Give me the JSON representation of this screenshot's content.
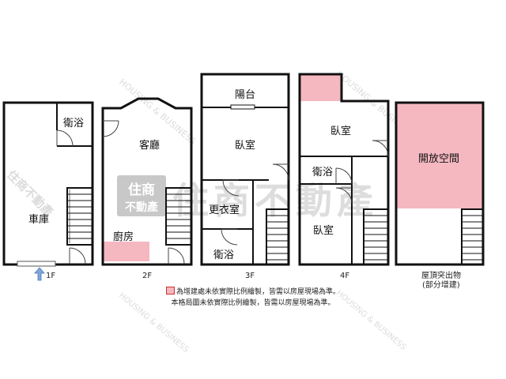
{
  "colors": {
    "wall": "#111111",
    "addition_fill": "#f5b8c0",
    "watermark": "#b5b5b5",
    "arrow": "#7fa7d9"
  },
  "floors": {
    "f1": {
      "label": "1F",
      "rooms": {
        "garage": "車庫",
        "bathroom": "衛浴"
      }
    },
    "f2": {
      "label": "2F",
      "rooms": {
        "living": "客廳",
        "kitchen": "廚房"
      }
    },
    "f3": {
      "label": "3F",
      "rooms": {
        "balcony": "陽台",
        "bedroom": "臥室",
        "dressing": "更衣室",
        "bathroom": "衛浴"
      }
    },
    "f4": {
      "label": "4F",
      "rooms": {
        "bedroom_top": "臥室",
        "bathroom": "衛浴",
        "bedroom_bottom": "臥室"
      }
    },
    "roof": {
      "label_line1": "屋頂突出物",
      "label_line2": "(部分增建)",
      "rooms": {
        "open_space": "開放空間"
      }
    }
  },
  "watermark": {
    "logo_top": "住商",
    "logo_bottom": "不動產",
    "big": "住商不動產",
    "diagonal": "HOUSING & BUSINESS",
    "side": "住商不動產"
  },
  "notes": {
    "addition": "為增建處未依實際比例繪製，皆需以房屋現場為準。",
    "layout": "本格局圖未依實際比例繪製，皆需以房屋現場為準。"
  }
}
